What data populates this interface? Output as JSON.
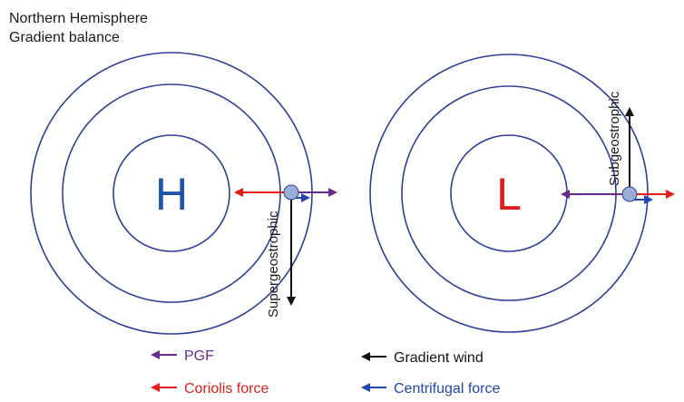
{
  "title": {
    "line1": "Northern Hemisphere",
    "line2": "Gradient balance"
  },
  "left_system": {
    "center_label": "H",
    "wind_annotation": "Supergeostrophic"
  },
  "right_system": {
    "center_label": "L",
    "wind_annotation": "Subgeostrophic"
  },
  "legend": {
    "pgf": "PGF",
    "coriolis": "Coriolis force",
    "gradient_wind": "Gradient wind",
    "centrifugal": "Centrifugal force"
  },
  "colors": {
    "isobar": "#2e3f9a",
    "high_label": "#1f55a8",
    "low_label": "#e01b1b",
    "pgf": "#6a2a8c",
    "coriolis": "#e31b1b",
    "gradient_wind": "#111111",
    "centrifugal": "#2146b0",
    "parcel": "#9aaed8"
  }
}
